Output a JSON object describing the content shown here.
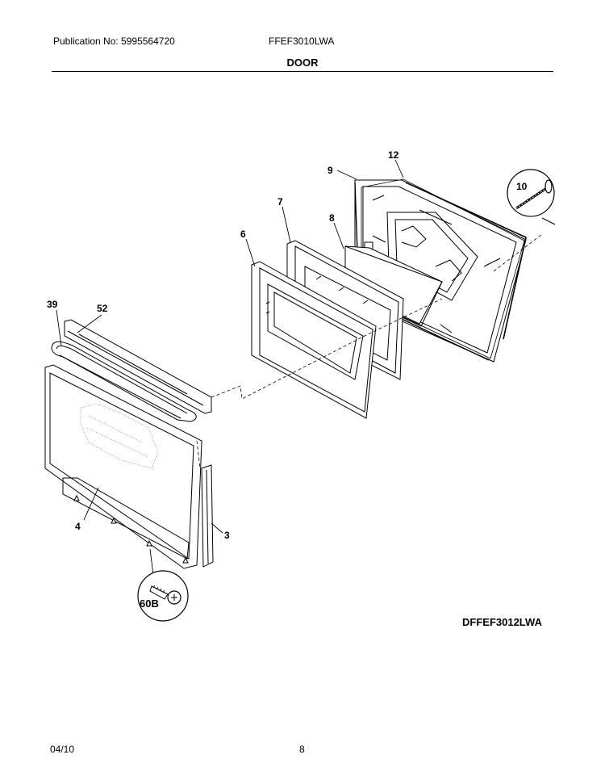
{
  "header": {
    "publication": "Publication No: 5995564720",
    "model": "FFEF3010LWA",
    "section_title": "DOOR"
  },
  "diagram": {
    "id_label": "DFFEF3012LWA",
    "callouts": {
      "c39": "39",
      "c52": "52",
      "c6": "6",
      "c7": "7",
      "c8": "8",
      "c9": "9",
      "c12": "12",
      "c10": "10",
      "c4": "4",
      "c3": "3",
      "c60b": "60B"
    }
  },
  "footer": {
    "date": "04/10",
    "page": "8"
  }
}
